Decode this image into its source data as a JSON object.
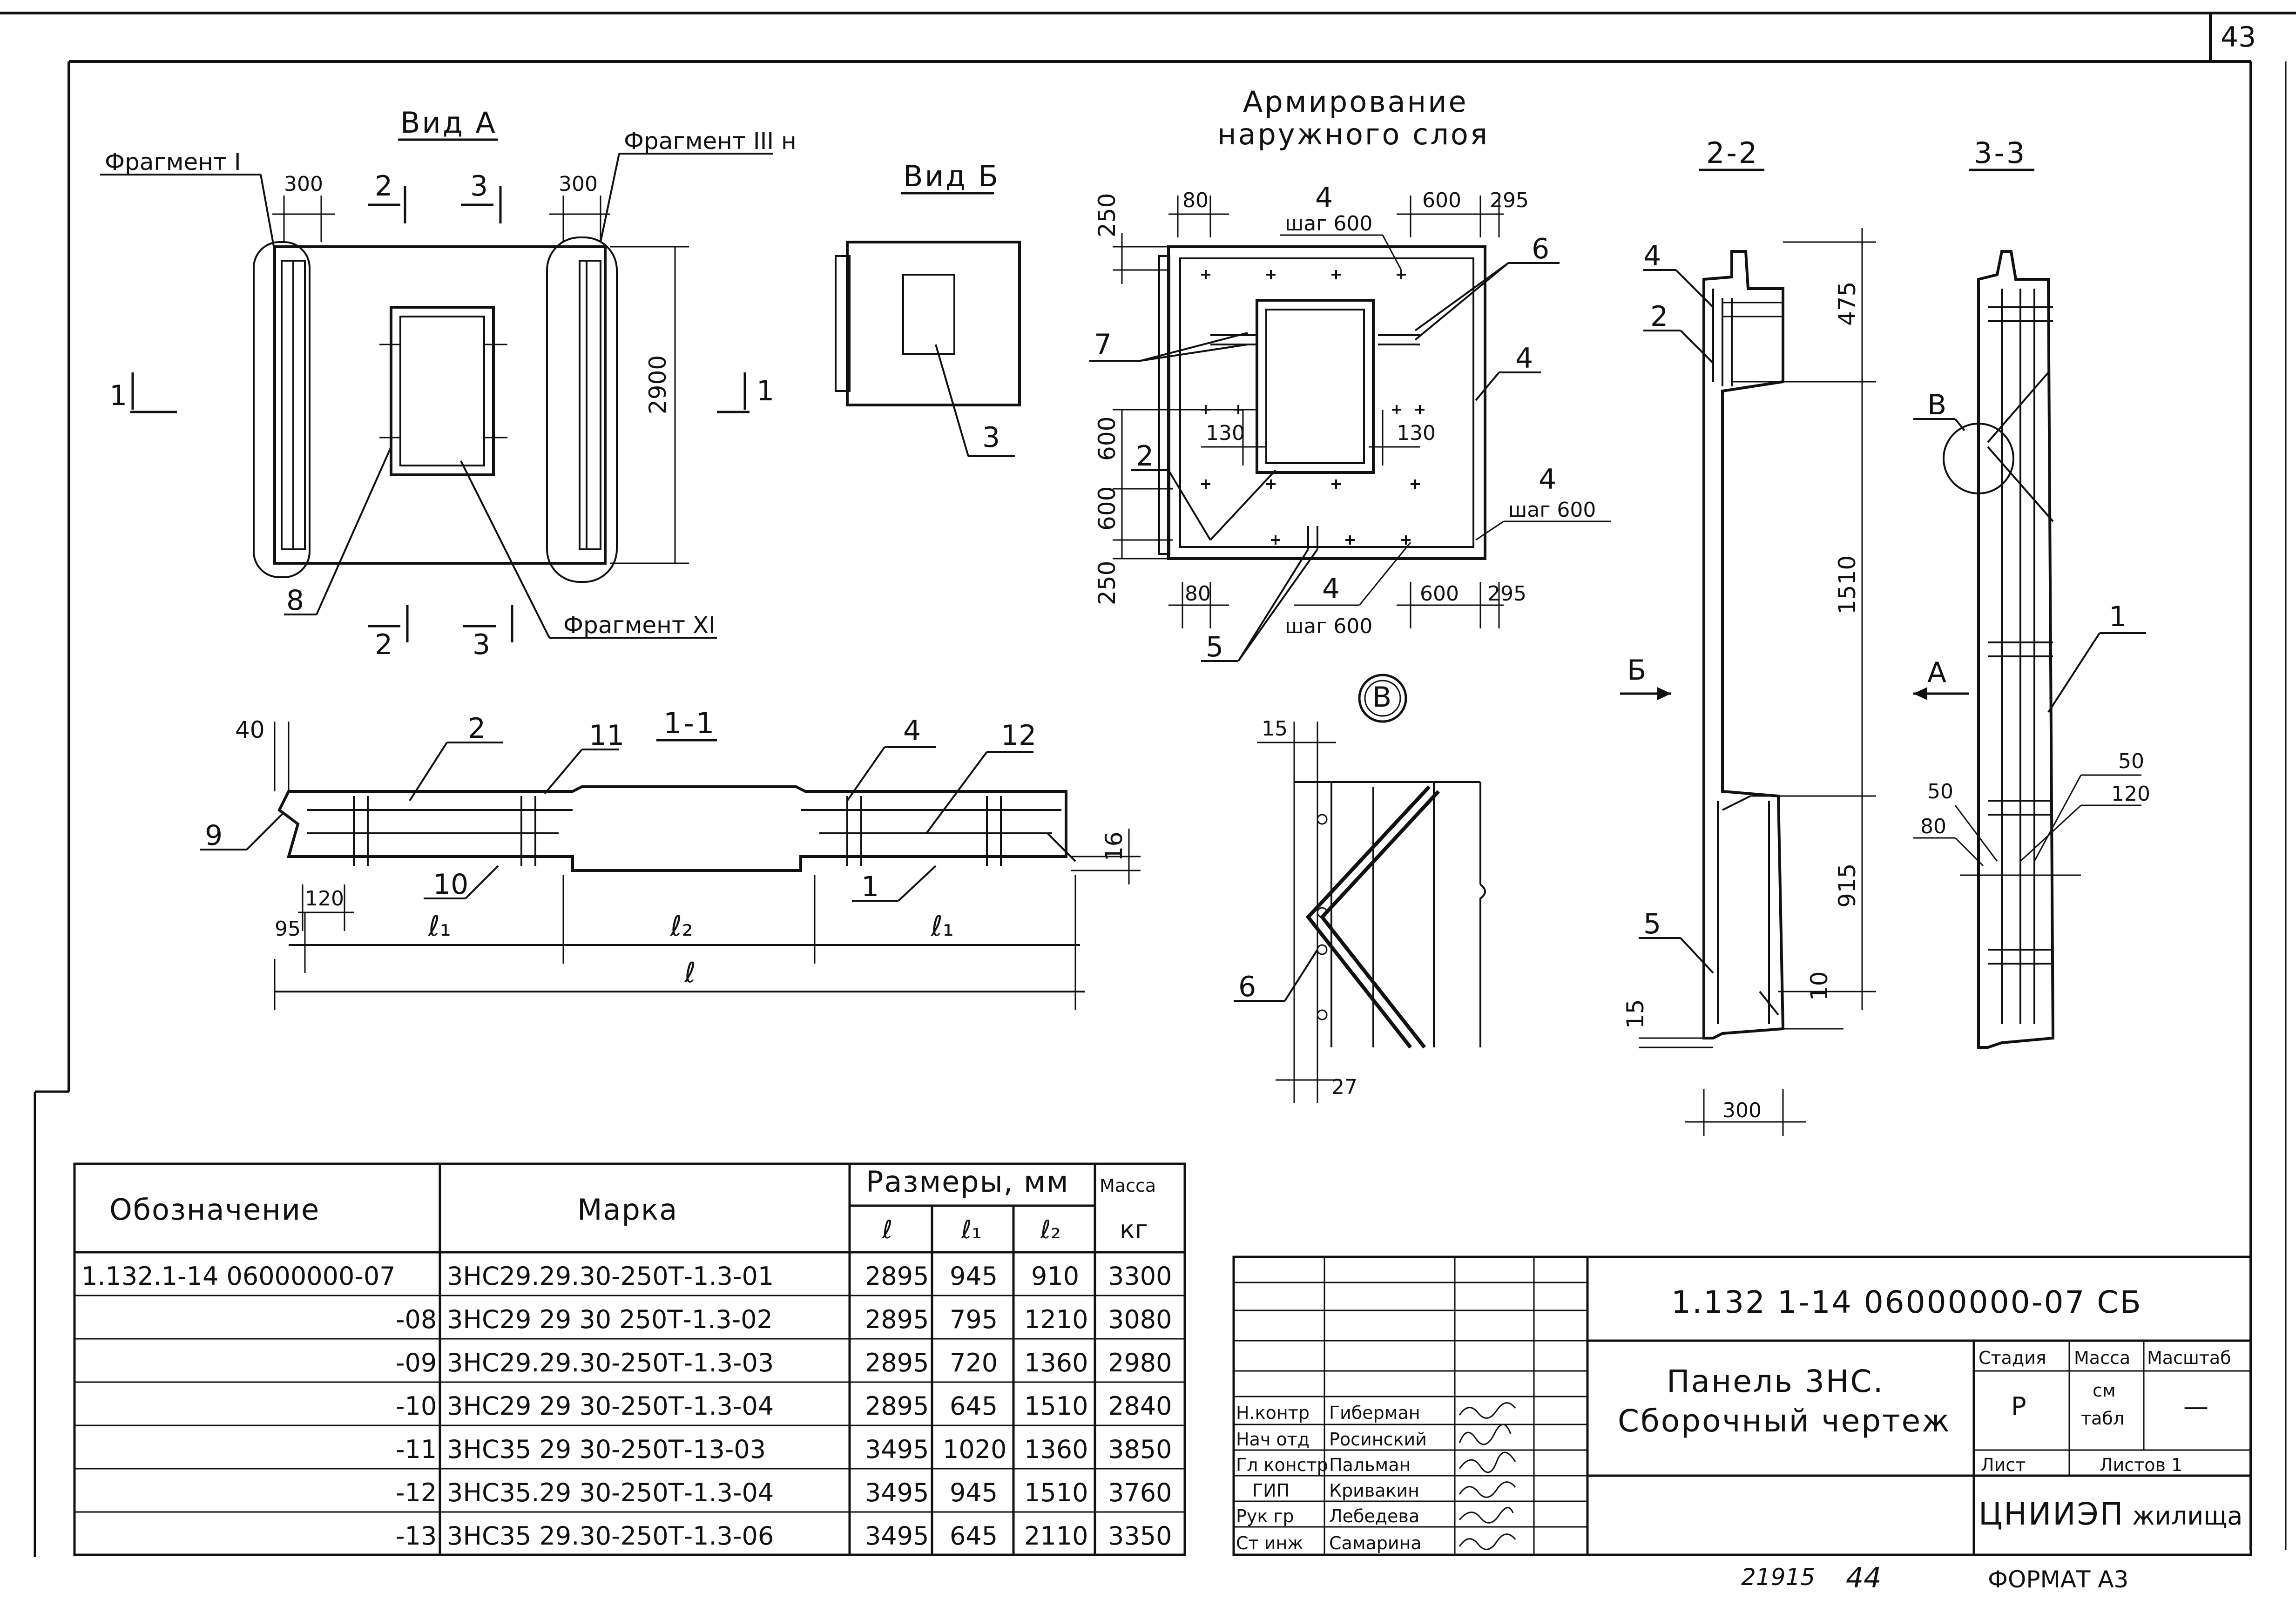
{
  "sheet": {
    "number": "43",
    "footer_code": "21915",
    "footer_sheet": "44",
    "format": "ФОРМАТ А3"
  },
  "view_a": {
    "title": "Вид А",
    "fragment_1": "Фрагмент I",
    "fragment_3h": "Фрагмент III н",
    "fragment_11": "Фрагмент XI",
    "dim_left": "300",
    "dim_right": "300",
    "dim_height": "2900",
    "sec2": "2",
    "sec3": "3",
    "sec1": "1",
    "callout_8": "8"
  },
  "view_b": {
    "title": "Вид Б",
    "callout_3": "3"
  },
  "reinforcement": {
    "title_line1": "Армирование",
    "title_line2": "наружного слоя",
    "d250_top": "250",
    "d80_top": "80",
    "d4_top": "4",
    "step_top": "шаг 600",
    "d600_top": "600",
    "d295_top": "295",
    "c6": "6",
    "c7": "7",
    "c2": "2",
    "c4a": "4",
    "c4b": "4",
    "step_right": "шаг 600",
    "d600_a": "600",
    "d600_b": "600",
    "d250_bot": "250",
    "d130_l": "130",
    "d130_r": "130",
    "d80_bot": "80",
    "d4_bot": "4",
    "step_bot": "шаг 600",
    "d600_bot": "600",
    "d295_bot": "295",
    "c5": "5"
  },
  "section_1_1": {
    "title": "1-1",
    "d40": "40",
    "c2": "2",
    "c11": "11",
    "c4": "4",
    "c12": "12",
    "c9": "9",
    "c10": "10",
    "c1": "1",
    "d16": "16",
    "d120": "120",
    "d95": "95",
    "l1_left": "ℓ₁",
    "l2": "ℓ₂",
    "l1_right": "ℓ₁",
    "l": "ℓ"
  },
  "node_b": {
    "title": "В",
    "d15": "15",
    "c6": "6",
    "d27": "27"
  },
  "section_2_2": {
    "title": "2-2",
    "c4": "4",
    "c2": "2",
    "c5": "5",
    "d475": "475",
    "d1510": "1510",
    "d915": "915",
    "d10": "10",
    "d15": "15",
    "d300": "300",
    "arrow_b": "Б"
  },
  "section_3_3": {
    "title": "3-3",
    "cB": "В",
    "c1": "1",
    "arrow_a": "А",
    "d50_r": "50",
    "d120": "120",
    "d50_l": "50",
    "d80": "80"
  },
  "table": {
    "headers": {
      "designation": "Обозначение",
      "mark": "Марка",
      "sizes": "Размеры, мм",
      "mass": "Масса",
      "l": "ℓ",
      "l1": "ℓ₁",
      "l2": "ℓ₂",
      "kg": "кг"
    },
    "rows": [
      {
        "designation": "1.132.1-14 06000000-07",
        "mark": "3НС29.29.30-250Т-1.3-01",
        "l": "2895",
        "l1": "945",
        "l2": "910",
        "mass": "3300"
      },
      {
        "designation": "-08",
        "mark": "3НС29 29 30 250Т-1.3-02",
        "l": "2895",
        "l1": "795",
        "l2": "1210",
        "mass": "3080"
      },
      {
        "designation": "-09",
        "mark": "3НС29.29.30-250Т-1.3-03",
        "l": "2895",
        "l1": "720",
        "l2": "1360",
        "mass": "2980"
      },
      {
        "designation": "-10",
        "mark": "3НС29 29 30-250Т-1.3-04",
        "l": "2895",
        "l1": "645",
        "l2": "1510",
        "mass": "2840"
      },
      {
        "designation": "-11",
        "mark": "3НС35 29 30-250Т-13-03",
        "l": "3495",
        "l1": "1020",
        "l2": "1360",
        "mass": "3850"
      },
      {
        "designation": "-12",
        "mark": "3НС35.29 30-250Т-1.3-04",
        "l": "3495",
        "l1": "945",
        "l2": "1510",
        "mass": "3760"
      },
      {
        "designation": "-13",
        "mark": "3НС35 29.30-250Т-1.3-06",
        "l": "3495",
        "l1": "645",
        "l2": "2110",
        "mass": "3350"
      }
    ]
  },
  "title_block": {
    "doc_code": "1.132 1-14  06000000-07 СБ",
    "name_line1": "Панель 3НС.",
    "name_line2": "Сборочный чертеж",
    "stage_h": "Стадия",
    "mass_h": "Масса",
    "scale_h": "Масштаб",
    "stage": "Р",
    "mass_line1": "см",
    "mass_line2": "табл",
    "scale": "—",
    "sheet_h": "Лист",
    "sheets_h": "Листов 1",
    "org_big": "ЦНИИЭП",
    "org_small": "жилища",
    "people": [
      {
        "role": "Н.контр",
        "name": "Гиберман"
      },
      {
        "role": "Нач отд",
        "name": "Росинский"
      },
      {
        "role": "Гл констр",
        "name": "Пальман"
      },
      {
        "role": "ГИП",
        "name": "Кривакин"
      },
      {
        "role": "Рук гр",
        "name": "Лебедева"
      },
      {
        "role": "Ст инж",
        "name": "Самарина"
      }
    ]
  }
}
